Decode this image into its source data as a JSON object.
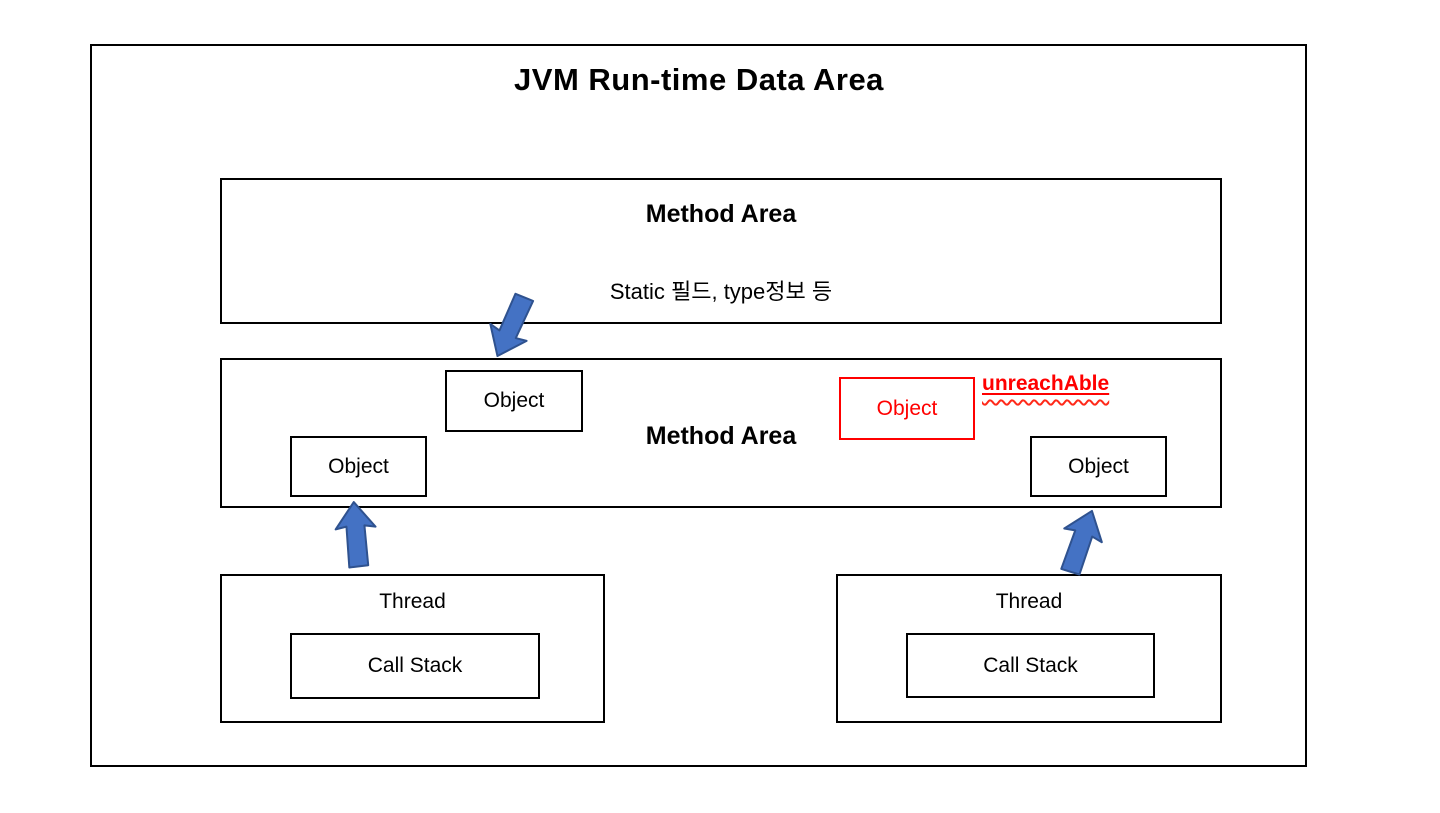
{
  "title": "JVM Run-time Data Area",
  "method_area": {
    "label": "Method Area",
    "note": "Static 필드, type정보 등"
  },
  "heap_area": {
    "label": "Method Area",
    "object_top": "Object",
    "object_left": "Object",
    "object_right": "Object",
    "object_unreachable": "Object",
    "unreachable_label": "unreachAble"
  },
  "thread_left": {
    "label": "Thread",
    "call_stack_label": "Call Stack"
  },
  "thread_right": {
    "label": "Thread",
    "call_stack_label": "Call Stack"
  },
  "colors": {
    "box_border": "#000000",
    "arrow_fill": "#4472C4",
    "arrow_stroke": "#2F528F",
    "unreachable_red": "#FF0000"
  }
}
